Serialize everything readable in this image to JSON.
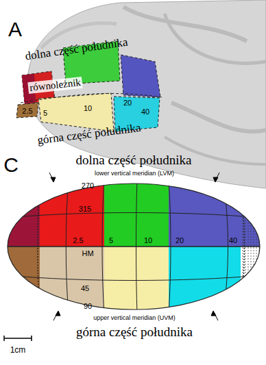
{
  "diagram": {
    "labels": [
      "A",
      "dolna część południka",
      "równoleżnik",
      "2.5",
      "5",
      "10",
      "20",
      "40",
      "górna część południka",
      "C",
      "dolna część południka",
      "lower vertical meridian (LVM)",
      "270",
      "315",
      "2.5",
      "5",
      "10",
      "20",
      "40",
      "HM",
      "45",
      "90",
      "upper vertical meridian (UVM)",
      "górna część południka",
      "1cm"
    ]
  }
}
